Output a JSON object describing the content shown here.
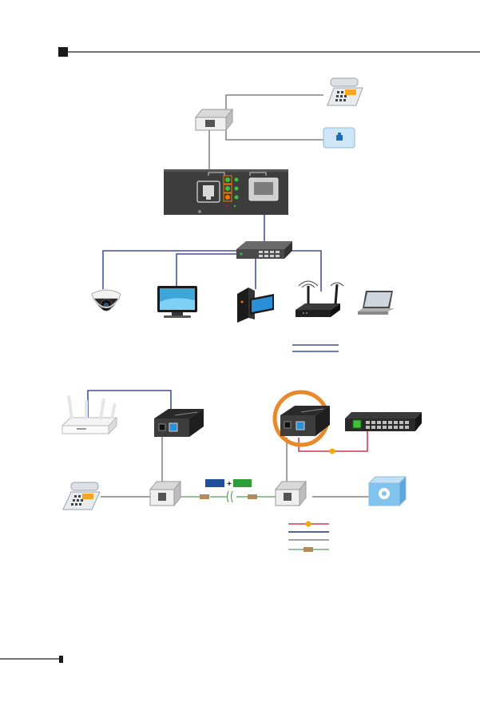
{
  "page": {
    "section_marker": "square-bullet",
    "header_rule_color": "#1a1a1a",
    "footer_rule_color": "#1a1a1a"
  },
  "colors": {
    "ethernet_blue": "#1c2b8a",
    "phone_line_gray": "#6b6b6b",
    "poe_red": "#c8102e",
    "poe_dot_orange": "#f2a900",
    "splitter_tan": "#b38b5a",
    "coax_green": "#5aa05a",
    "converter_body": "#3d3d3d",
    "led_green": "#3fbf3f",
    "led_orange": "#f07800",
    "ring_orange": "#e88a2c",
    "legend_blue": "#1f4e9c",
    "legend_green": "#2e9e3a"
  },
  "icons": {
    "top_diagram": [
      "desk-phone-icon",
      "phone-jack-icon",
      "wall-outlet-icon",
      "vdsl-converter-icon",
      "ethernet-switch-icon",
      "dome-camera-icon",
      "monitor-icon",
      "desktop-pc-icon",
      "wireless-router-icon",
      "laptop-icon"
    ],
    "bottom_diagram": [
      "wifi-router-icon",
      "vdsl-converter-icon",
      "poe-converter-icon",
      "managed-switch-icon",
      "desk-phone-icon",
      "splitter-icon",
      "pbx-box-icon"
    ]
  },
  "legend_top": {
    "items": [
      {
        "line": "ethernet_blue"
      },
      {
        "line": "ethernet_blue"
      }
    ]
  },
  "legend_bottom": {
    "items": [
      {
        "line": "poe_red",
        "marker": "dot"
      },
      {
        "line": "ethernet_blue"
      },
      {
        "line": "phone_line_gray"
      },
      {
        "line": "coax_green",
        "marker": "splitter"
      }
    ]
  },
  "vdsl_badge": {
    "left_color": "#1f4e9c",
    "symbol": "+",
    "right_color": "#2e9e3a"
  }
}
